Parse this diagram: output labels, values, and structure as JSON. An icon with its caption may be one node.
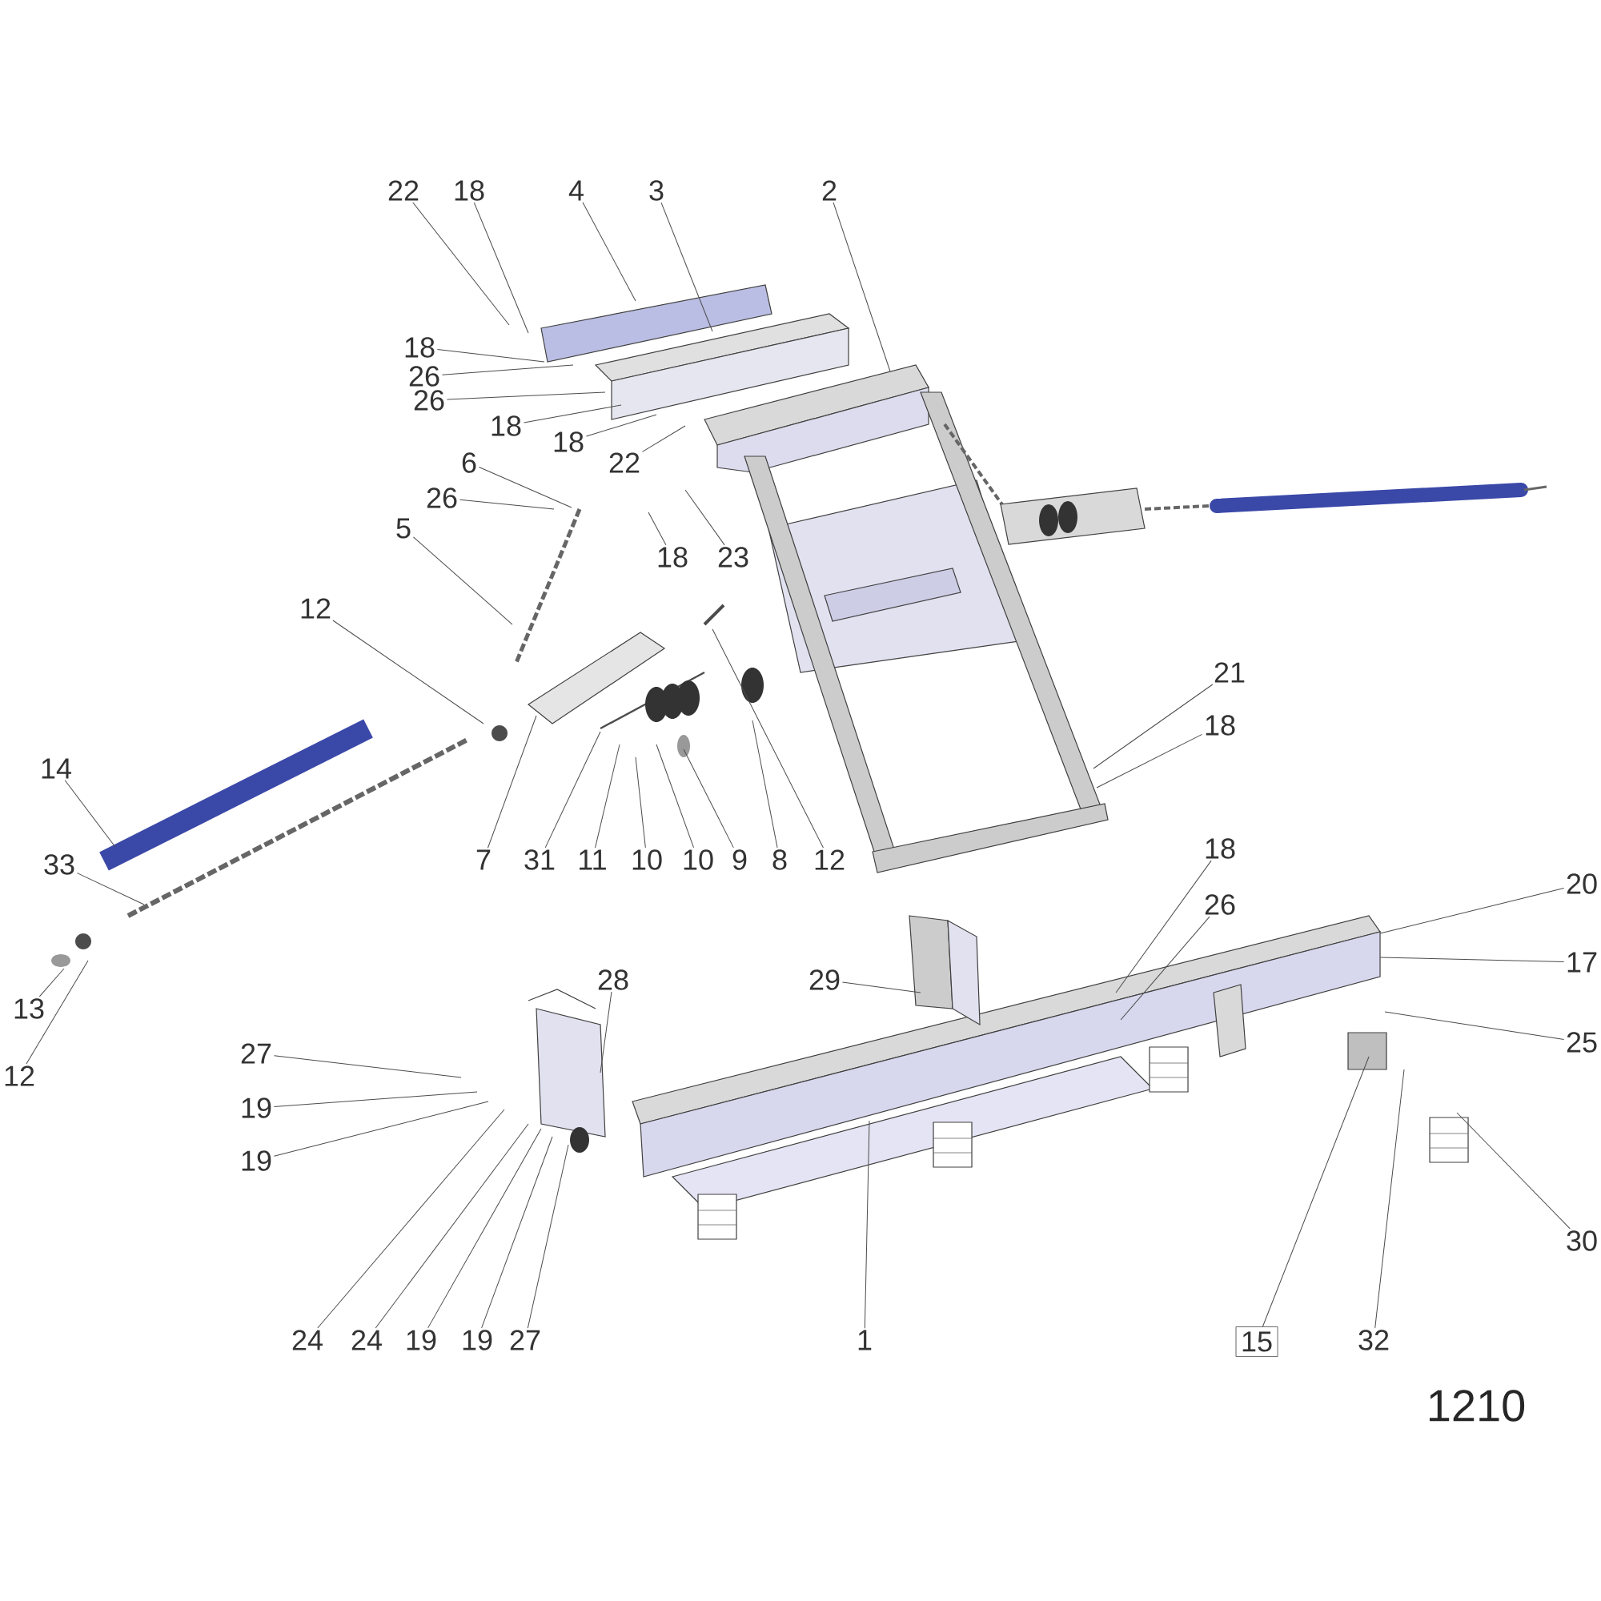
{
  "diagram": {
    "nodes": [
      {
        "text": [
          "22"
        ]
      },
      {
        "text": [
          "18"
        ]
      },
      {
        "text": [
          "4"
        ]
      },
      {
        "text": [
          "3"
        ]
      },
      {
        "text": [
          "2"
        ]
      },
      {
        "text": [
          "18"
        ]
      },
      {
        "text": [
          "26"
        ]
      },
      {
        "text": [
          "26"
        ]
      },
      {
        "text": [
          "18"
        ]
      },
      {
        "text": [
          "18"
        ]
      },
      {
        "text": [
          "22"
        ]
      },
      {
        "text": [
          "6"
        ]
      },
      {
        "text": [
          "26"
        ]
      },
      {
        "text": [
          "18"
        ]
      },
      {
        "text": [
          "23"
        ]
      },
      {
        "text": [
          "5"
        ]
      },
      {
        "text": [
          "12"
        ]
      },
      {
        "text": [
          "14"
        ]
      },
      {
        "text": [
          "33"
        ]
      },
      {
        "text": [
          "13"
        ]
      },
      {
        "text": [
          "12"
        ]
      },
      {
        "text": [
          "7"
        ]
      },
      {
        "text": [
          "31"
        ]
      },
      {
        "text": [
          "11"
        ]
      },
      {
        "text": [
          "10"
        ]
      },
      {
        "text": [
          "10"
        ]
      },
      {
        "text": [
          "9"
        ]
      },
      {
        "text": [
          "8"
        ]
      },
      {
        "text": [
          "12"
        ]
      },
      {
        "text": [
          "21"
        ]
      },
      {
        "text": [
          "18"
        ]
      },
      {
        "text": [
          "18"
        ]
      },
      {
        "text": [
          "26"
        ]
      },
      {
        "text": [
          "20"
        ]
      },
      {
        "text": [
          "17"
        ]
      },
      {
        "text": [
          "25"
        ]
      },
      {
        "text": [
          "29"
        ]
      },
      {
        "text": [
          "28"
        ]
      },
      {
        "text": [
          "27"
        ]
      },
      {
        "text": [
          "19"
        ]
      },
      {
        "text": [
          "19"
        ]
      },
      {
        "text": [
          "24"
        ]
      },
      {
        "text": [
          "24"
        ]
      },
      {
        "text": [
          "19"
        ]
      },
      {
        "text": [
          "19"
        ]
      },
      {
        "text": [
          "27"
        ]
      },
      {
        "text": [
          "1"
        ]
      },
      {
        "text": [
          "15"
        ]
      },
      {
        "text": [
          "32"
        ]
      },
      {
        "text": [
          "30"
        ]
      }
    ],
    "edges": [
      {
        "from": 0,
        "to": null,
        "arrow": "none"
      },
      {
        "from": 1,
        "to": null,
        "arrow": "none"
      },
      {
        "from": 2,
        "to": null,
        "arrow": "none"
      },
      {
        "from": 3,
        "to": null,
        "arrow": "none"
      },
      {
        "from": 4,
        "to": null,
        "arrow": "none"
      },
      {
        "from": 5,
        "to": null,
        "arrow": "none"
      },
      {
        "from": 6,
        "to": null,
        "arrow": "none"
      },
      {
        "from": 7,
        "to": null,
        "arrow": "none"
      },
      {
        "from": 8,
        "to": null,
        "arrow": "none"
      },
      {
        "from": 9,
        "to": null,
        "arrow": "none"
      },
      {
        "from": 10,
        "to": null,
        "arrow": "none"
      },
      {
        "from": 11,
        "to": null,
        "arrow": "none"
      },
      {
        "from": 12,
        "to": null,
        "arrow": "none"
      },
      {
        "from": 13,
        "to": null,
        "arrow": "none"
      },
      {
        "from": 14,
        "to": null,
        "arrow": "none"
      },
      {
        "from": 15,
        "to": null,
        "arrow": "none"
      },
      {
        "from": 16,
        "to": null,
        "arrow": "none"
      },
      {
        "from": 17,
        "to": null,
        "arrow": "none"
      },
      {
        "from": 18,
        "to": null,
        "arrow": "none"
      },
      {
        "from": 19,
        "to": null,
        "arrow": "none"
      },
      {
        "from": 20,
        "to": null,
        "arrow": "none"
      },
      {
        "from": 21,
        "to": null,
        "arrow": "none"
      },
      {
        "from": 22,
        "to": null,
        "arrow": "none"
      },
      {
        "from": 23,
        "to": null,
        "arrow": "none"
      },
      {
        "from": 24,
        "to": null,
        "arrow": "none"
      },
      {
        "from": 25,
        "to": null,
        "arrow": "none"
      },
      {
        "from": 26,
        "to": null,
        "arrow": "none"
      },
      {
        "from": 27,
        "to": null,
        "arrow": "none"
      },
      {
        "from": 28,
        "to": null,
        "arrow": "none"
      },
      {
        "from": 29,
        "to": null,
        "arrow": "none"
      },
      {
        "from": 30,
        "to": null,
        "arrow": "none"
      },
      {
        "from": 31,
        "to": null,
        "arrow": "none"
      },
      {
        "from": 32,
        "to": null,
        "arrow": "none"
      },
      {
        "from": 33,
        "to": null,
        "arrow": "none"
      },
      {
        "from": 34,
        "to": null,
        "arrow": "none"
      },
      {
        "from": 35,
        "to": null,
        "arrow": "none"
      },
      {
        "from": 36,
        "to": null,
        "arrow": "none"
      },
      {
        "from": 37,
        "to": null,
        "arrow": "none"
      },
      {
        "from": 38,
        "to": null,
        "arrow": "none"
      },
      {
        "from": 39,
        "to": null,
        "arrow": "none"
      },
      {
        "from": 40,
        "to": null,
        "arrow": "none"
      },
      {
        "from": 41,
        "to": null,
        "arrow": "none"
      },
      {
        "from": 42,
        "to": null,
        "arrow": "none"
      },
      {
        "from": 43,
        "to": null,
        "arrow": "none"
      },
      {
        "from": 44,
        "to": null,
        "arrow": "none"
      },
      {
        "from": 45,
        "to": null,
        "arrow": "none"
      },
      {
        "from": 46,
        "to": null,
        "arrow": "none"
      },
      {
        "from": 47,
        "to": null,
        "arrow": "none"
      },
      {
        "from": 48,
        "to": null,
        "arrow": "none"
      },
      {
        "from": 49,
        "to": null,
        "arrow": "none"
      }
    ],
    "labels": [
      "1210"
    ]
  }
}
